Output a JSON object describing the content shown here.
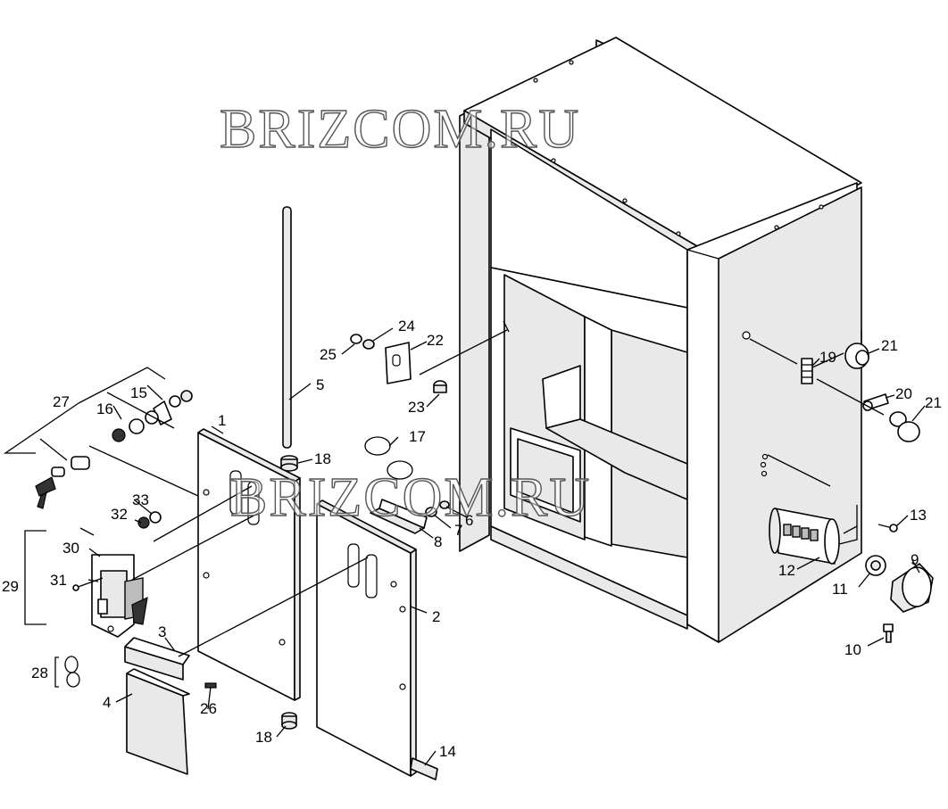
{
  "watermark": "BRIZCOM.RU",
  "callouts": {
    "c1": "1",
    "c2": "2",
    "c3": "3",
    "c4": "4",
    "c5": "5",
    "c6": "6",
    "c7": "7",
    "c8": "8",
    "c9": "9",
    "c10": "10",
    "c11": "11",
    "c12": "12",
    "c13": "13",
    "c14": "14",
    "c15": "15",
    "c16": "16",
    "c17": "17",
    "c18a": "18",
    "c18b": "18",
    "c19": "19",
    "c20": "20",
    "c21a": "21",
    "c21b": "21",
    "c22": "22",
    "c23": "23",
    "c24": "24",
    "c25": "25",
    "c26": "26",
    "c27": "27",
    "c28": "28",
    "c29": "29",
    "c30": "30",
    "c31": "31",
    "c32": "32",
    "c33": "33"
  }
}
